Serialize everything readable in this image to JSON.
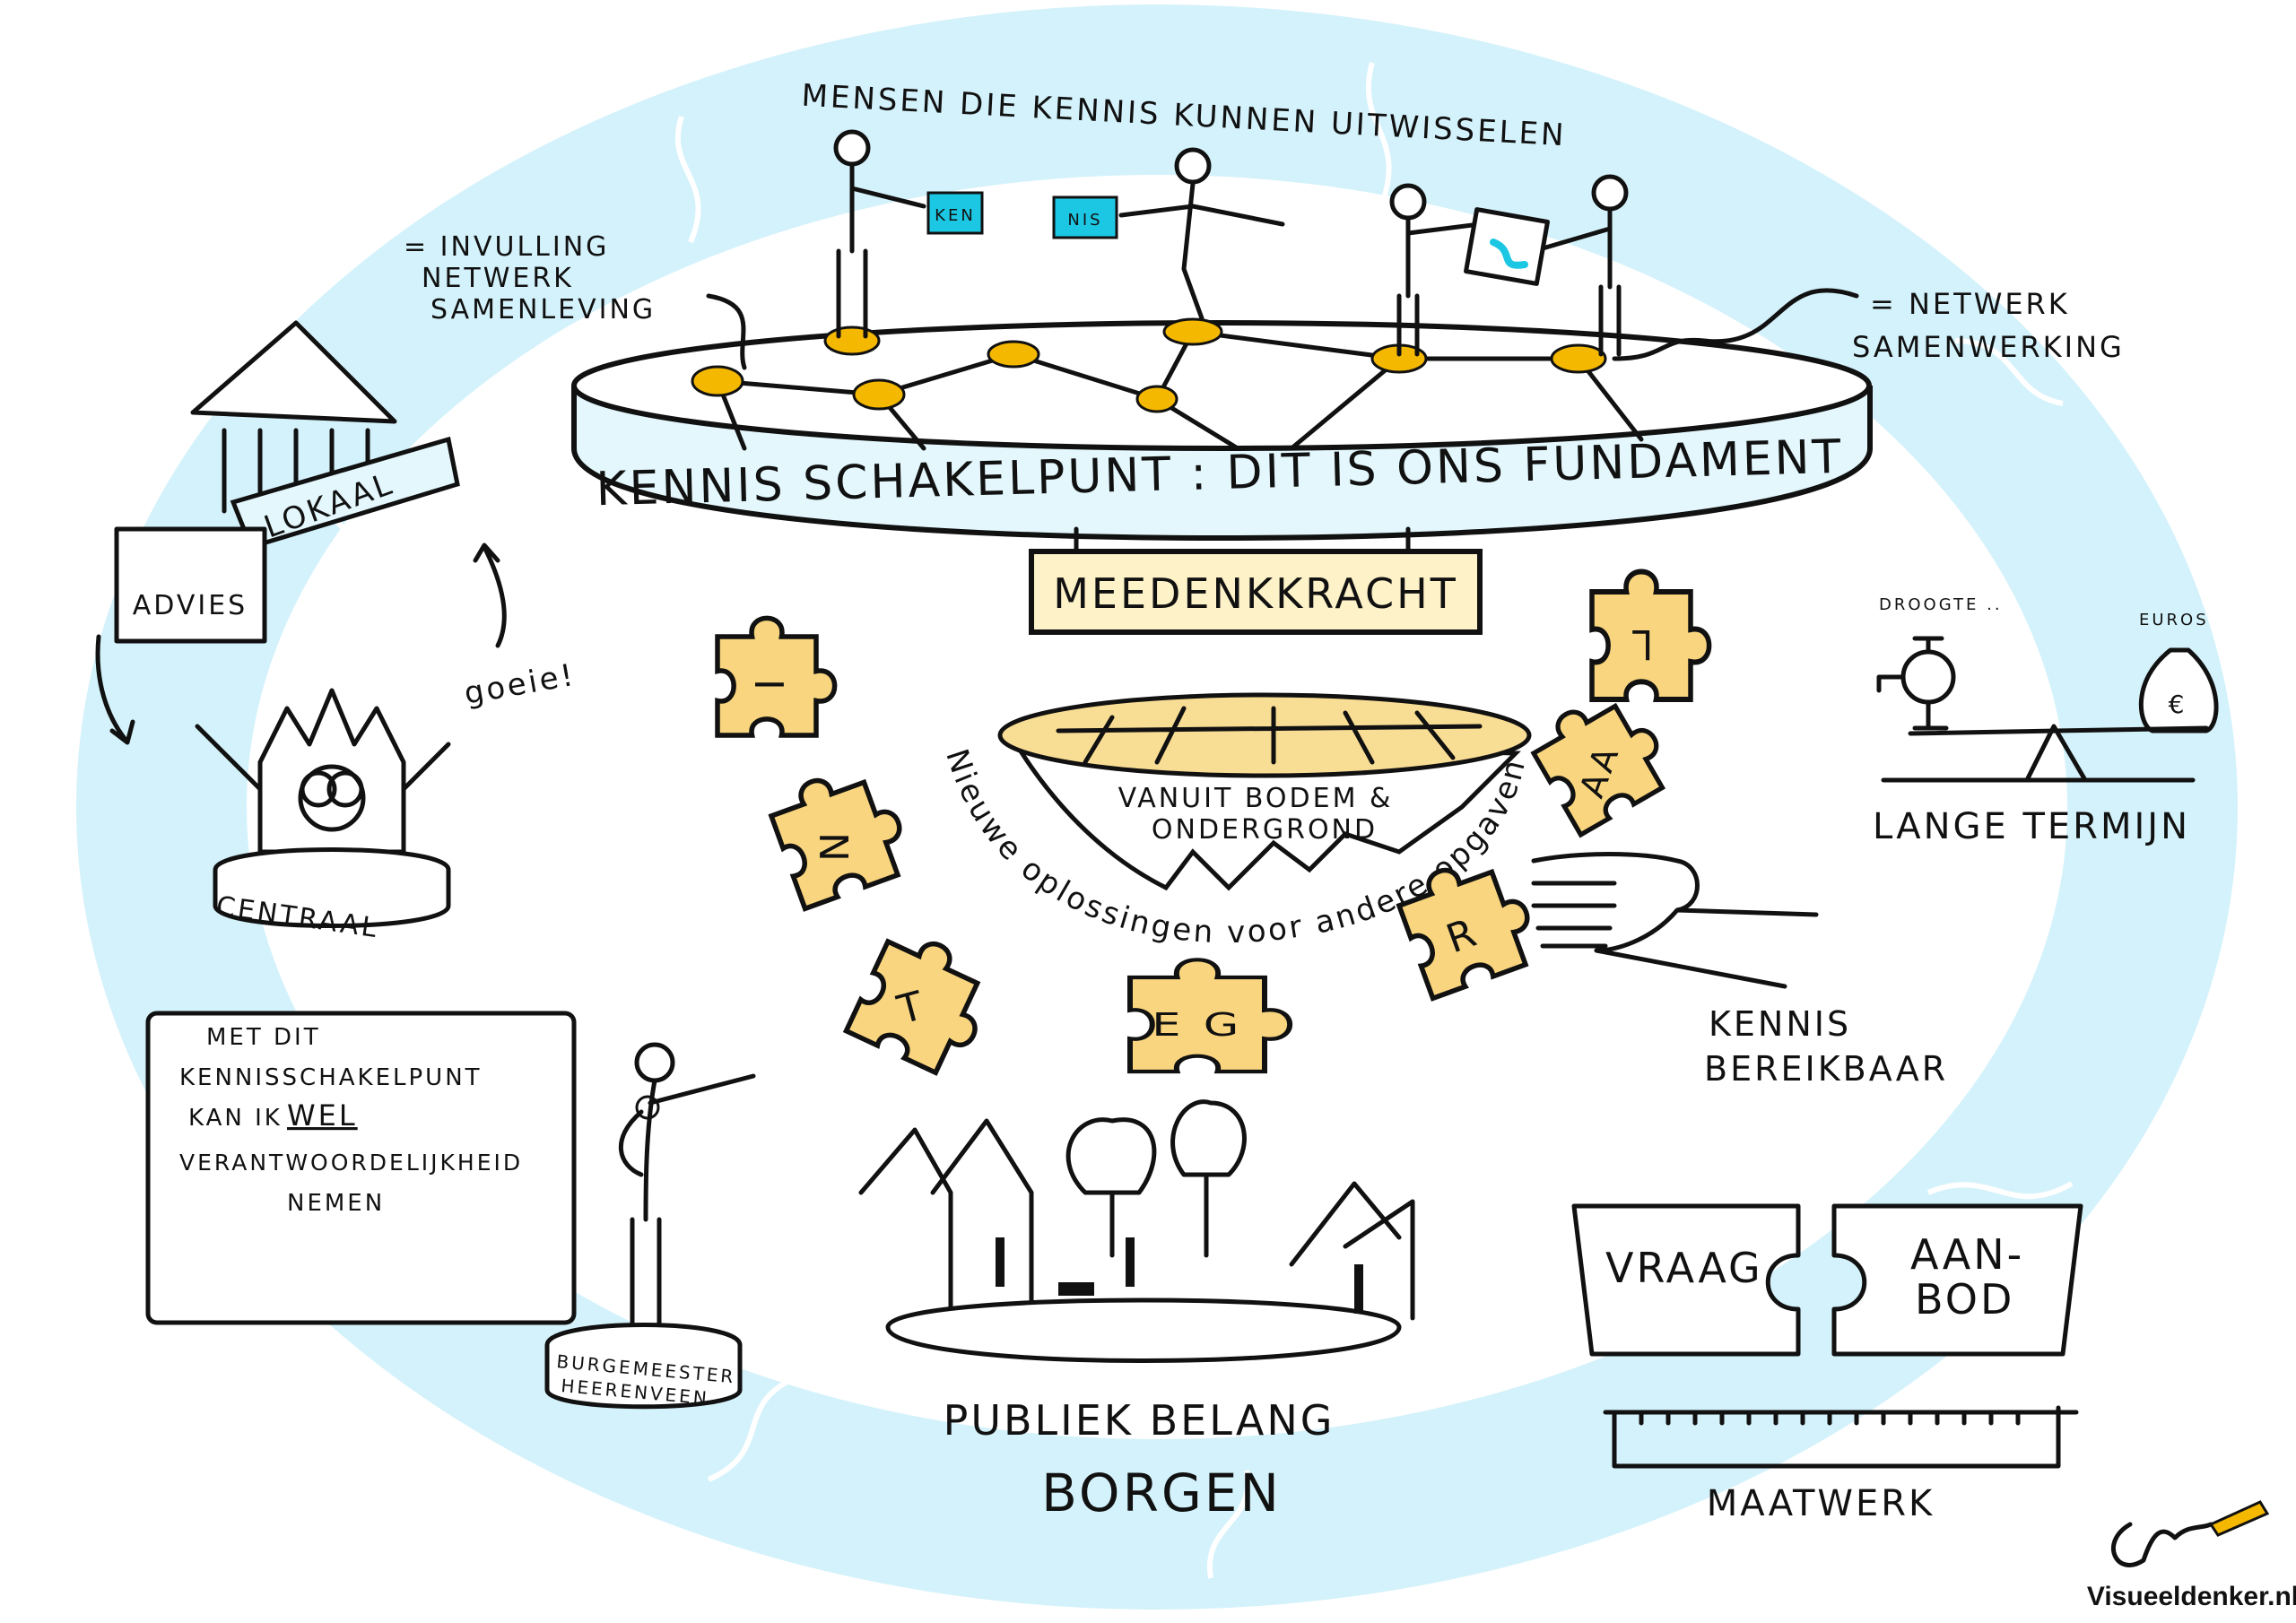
{
  "colors": {
    "ring": "#d4f2fb",
    "puzzle": "#f8d57e",
    "sign": "#fdf2c8",
    "cyan": "#1cc7e3",
    "node": "#f5b800",
    "platform": "#e3f7fc"
  },
  "header": {
    "title": "MENSEN DIE KENNIS KUNNEN UITWISSELEN"
  },
  "people": {
    "ken": "KEN",
    "nis": "NIS"
  },
  "left_note": {
    "line1": "= INVULLING",
    "line2": "NETWERK",
    "line3": "SAMENLEVING"
  },
  "right_note": {
    "line1": "= NETWERK",
    "line2": "SAMENWERKING"
  },
  "platform": {
    "label": "KENNIS SCHAKELPUNT : DIT IS ONS FUNDAMENT"
  },
  "sign": {
    "label": "MEEDENKKRACHT"
  },
  "left_side": {
    "lokaal": "LOKAAL",
    "advies": "ADVIES",
    "goeie": "goeie!",
    "centraal": "CENTRAAL"
  },
  "bowl": {
    "line1": "VANUIT BODEM &",
    "line2": "ONDERGROND",
    "curve": "Nieuwe oplossingen voor andere opgaven"
  },
  "pieces": {
    "p1": "I",
    "p2": "N",
    "p3": "T",
    "p4": "E G",
    "p5": "R",
    "p6": "AA",
    "p7": "L"
  },
  "reach": {
    "line1": "KENNIS",
    "line2": "BEREIKBAAR"
  },
  "balance": {
    "left": "DROOGTE ..",
    "right": "EUROS",
    "label": "LANGE TERMIJN"
  },
  "speech": {
    "line1": "MET DIT",
    "line2": "KENNISSCHAKELPUNT",
    "line3a": "KAN IK",
    "line3b": "WEL",
    "line4": "VERANTWOORDELIJKHEID",
    "line5": "NEMEN"
  },
  "mayor": {
    "line1": "BURGEMEESTER",
    "line2": "HEERENVEEN"
  },
  "public": {
    "line1": "PUBLIEK BELANG",
    "line2": "BORGEN"
  },
  "match": {
    "vraag": "VRAAG",
    "aan": "AAN-",
    "bod": "BOD",
    "maatwerk": "MAATWERK"
  },
  "credit": {
    "site": "Visueeldenker.nl"
  }
}
